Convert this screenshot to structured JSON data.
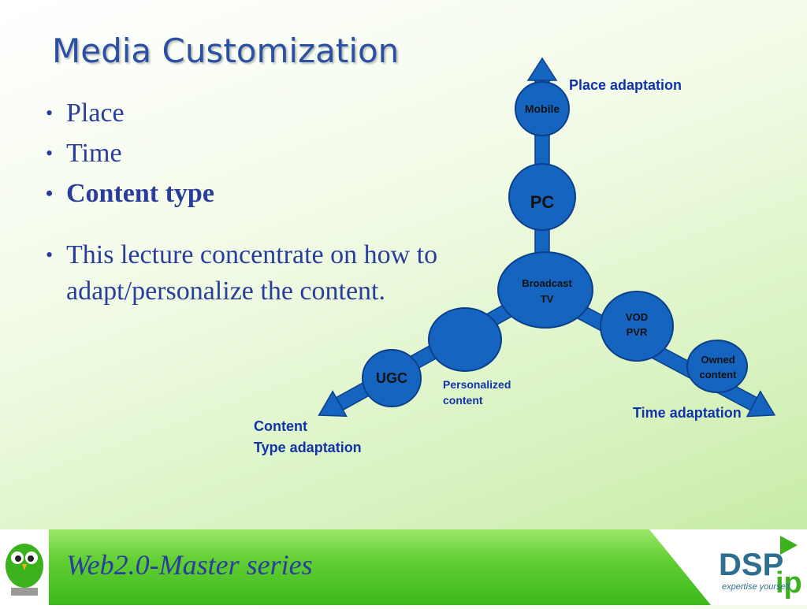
{
  "slide": {
    "title": "Media Customization",
    "bullets": [
      {
        "text": "Place"
      },
      {
        "text": "Time"
      },
      {
        "text": "Content type"
      },
      {
        "text": "This lecture concentrate on how to adapt/personalize the content."
      }
    ]
  },
  "diagram": {
    "axis_labels": {
      "place": "Place adaptation",
      "time": "Time adaptation",
      "content_line1": "Content",
      "content_line2": "Type adaptation"
    },
    "nodes": {
      "mobile": "Mobile",
      "pc": "PC",
      "broadcast_line1": "Broadcast",
      "broadcast_line2": "TV",
      "vod_line1": "VOD",
      "vod_line2": "PVR",
      "owned_line1": "Owned",
      "owned_line2": "content",
      "ugc": "UGC",
      "personalized_line1": "Personalized",
      "personalized_line2": "content"
    },
    "colors": {
      "node_fill": "#1565c0",
      "node_stroke": "#0b3f8a",
      "label": "#1034a8"
    }
  },
  "footer": {
    "series": "Web2.0-Master series",
    "brand": "DSP",
    "brand_suffix": "ip",
    "tagline": "expertise yourself"
  }
}
